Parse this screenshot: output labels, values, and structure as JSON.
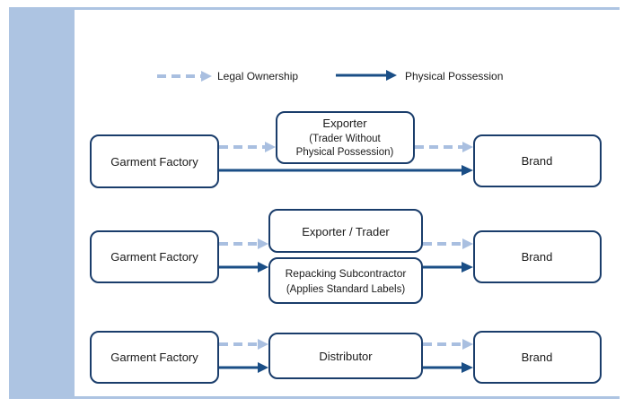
{
  "legend": {
    "legal_ownership": "Legal Ownership",
    "physical_possession": "Physical Possession"
  },
  "rows": [
    {
      "origin": "Garment Factory",
      "middle": [
        "Exporter",
        "(Trader Without",
        "Physical Possession)"
      ],
      "destination": "Brand"
    },
    {
      "origin": "Garment Factory",
      "middle_top": "Exporter / Trader",
      "middle_bottom": [
        "Repacking Subcontractor",
        "(Applies Standard Labels)"
      ],
      "destination": "Brand"
    },
    {
      "origin": "Garment Factory",
      "middle": "Distributor",
      "destination": "Brand"
    }
  ],
  "colors": {
    "legal_ownership_arrow": "#a9bfe0",
    "physical_possession_arrow": "#1a4e86",
    "box_border": "#1a3d6b",
    "side_bar": "#adc4e2"
  }
}
